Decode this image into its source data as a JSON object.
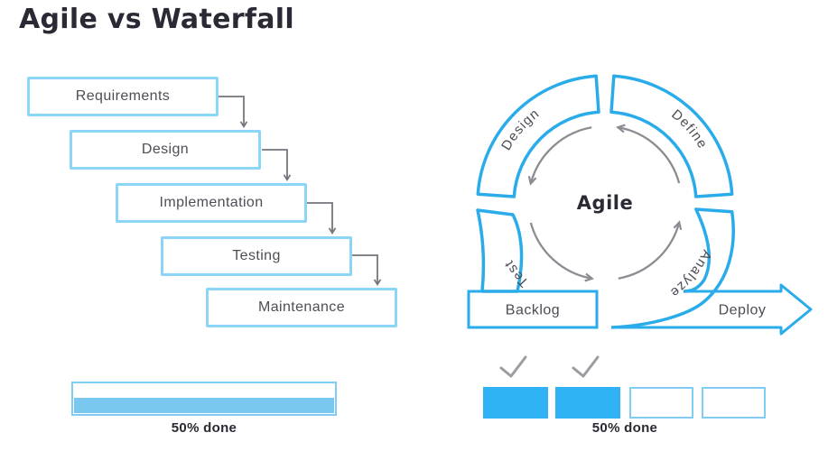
{
  "title": "Agile vs Waterfall",
  "waterfall": {
    "steps": [
      {
        "label": "Requirements"
      },
      {
        "label": "Design"
      },
      {
        "label": "Implementation"
      },
      {
        "label": "Testing"
      },
      {
        "label": "Maintenance"
      }
    ],
    "progress_label": "50% done",
    "progress_percent": 50
  },
  "agile": {
    "center_label": "Agile",
    "ring_labels": [
      {
        "label": "Design"
      },
      {
        "label": "Define"
      },
      {
        "label": "Test"
      },
      {
        "label": "Analyze"
      }
    ],
    "backlog_label": "Backlog",
    "deploy_label": "Deploy",
    "progress_label": "50% done",
    "progress_percent": 50,
    "sprint_blocks": [
      {
        "state": "done",
        "checked": true
      },
      {
        "state": "done",
        "checked": true
      },
      {
        "state": "todo",
        "checked": false
      },
      {
        "state": "todo",
        "checked": false
      }
    ]
  },
  "icons": {
    "cycle_arrows": "counterclockwise-cycle-arrow-icons",
    "checks": "check-icon",
    "connectors": "elbow-arrow-connector",
    "deploy": "right-arrow-shape"
  },
  "colors": {
    "accent_blue": "#2bacea",
    "block_blue": "#2fb3f4",
    "light_blue_border": "#8bd5f7",
    "bar_fill_blue": "#7ac8f0",
    "cycle_gray": "#8b8d93",
    "connector_gray": "#73767c",
    "dark_text": "#2a2a34",
    "label_text": "#4d4e56"
  }
}
